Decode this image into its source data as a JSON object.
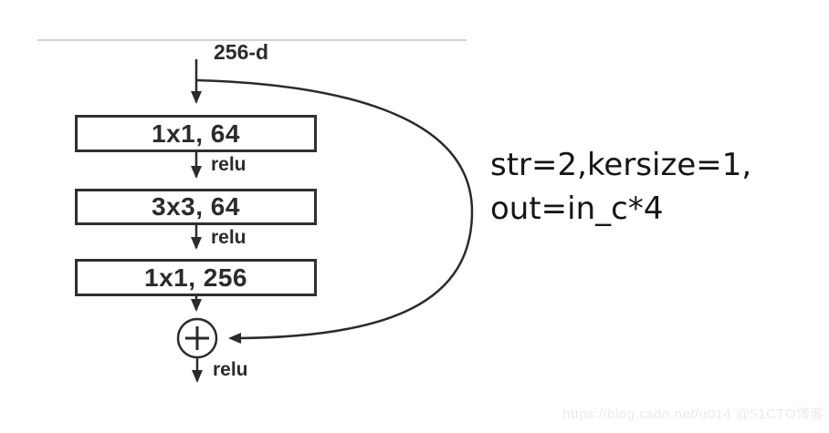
{
  "diagram": {
    "input_label": "256-d",
    "boxes": [
      {
        "label": "1x1, 64"
      },
      {
        "label": "3x3, 64"
      },
      {
        "label": "1x1, 256"
      }
    ],
    "relu_labels": [
      "relu",
      "relu",
      "relu"
    ],
    "add_operator": "+"
  },
  "annotation": {
    "line1": "str=2,kersize=1,",
    "line2": "out=in_c*4"
  },
  "watermark": {
    "text": "https://blog.csdn.net/u014 @51CTO博客"
  },
  "colors": {
    "background": "#ffffff",
    "stroke": "#2b2b2b",
    "box_border": "#2f2f2f",
    "divider_line": "#c6c6c6",
    "annotation_text": "#151515",
    "watermark_text": "#ebebeb"
  }
}
